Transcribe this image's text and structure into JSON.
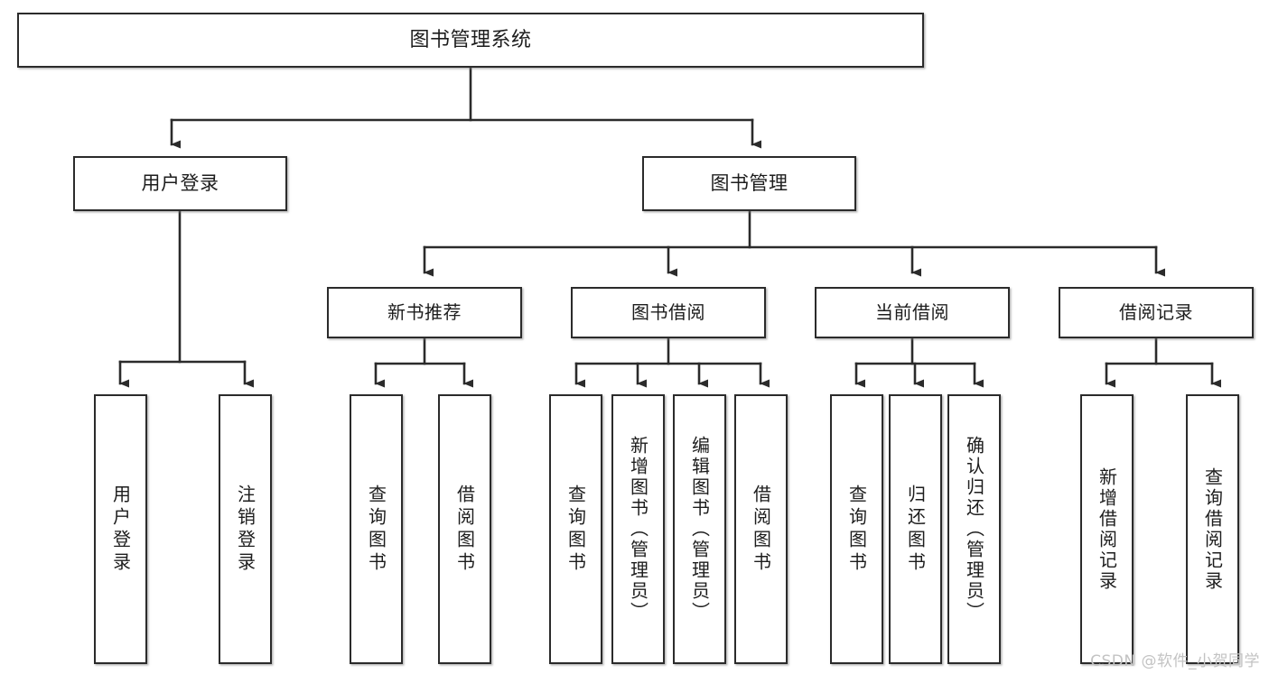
{
  "diagram": {
    "title": "图书管理系统",
    "type": "tree-hierarchy",
    "watermark": "CSDN @软件_小贺同学",
    "stroke_color": "#2b2b2b",
    "fill_color": "#ffffff",
    "text_color": "#1d1d1d",
    "watermark_color": "#c3c3c3",
    "root": {
      "label": "图书管理系统"
    },
    "level1": [
      {
        "label": "用户登录"
      },
      {
        "label": "图书管理"
      }
    ],
    "level2": [
      {
        "label": "新书推荐"
      },
      {
        "label": "图书借阅"
      },
      {
        "label": "当前借阅"
      },
      {
        "label": "借阅记录"
      }
    ],
    "leaves": {
      "user_login": [
        {
          "label": "用户登录"
        },
        {
          "label": "注销登录"
        }
      ],
      "new_book_recommend": [
        {
          "label": "查询图书"
        },
        {
          "label": "借阅图书"
        }
      ],
      "book_borrow": [
        {
          "label": "查询图书"
        },
        {
          "label": "新增图书（管理员）"
        },
        {
          "label": "编辑图书（管理员）"
        },
        {
          "label": "借阅图书"
        }
      ],
      "current_borrow": [
        {
          "label": "查询图书"
        },
        {
          "label": "归还图书"
        },
        {
          "label": "确认归还（管理员）"
        }
      ],
      "borrow_record": [
        {
          "label": "新增借阅记录"
        },
        {
          "label": "查询借阅记录"
        }
      ]
    }
  }
}
